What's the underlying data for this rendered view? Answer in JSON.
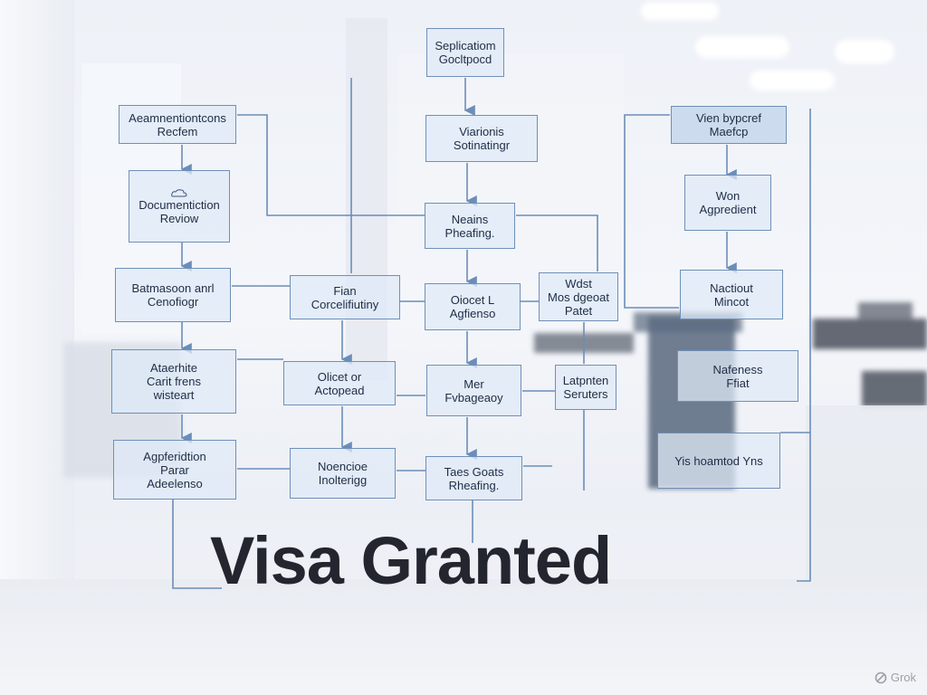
{
  "diagram": {
    "headline": "Visa Granted",
    "nodes": [
      {
        "id": "n1",
        "lines": [
          "Seplicatiom",
          "Gocltpocd"
        ]
      },
      {
        "id": "n2",
        "lines": [
          "Aeamnentiontcons",
          "Recfem"
        ]
      },
      {
        "id": "n3",
        "lines": [
          "Viarionis",
          "Sotinatingr"
        ]
      },
      {
        "id": "n4",
        "lines": [
          "Vien bypcref",
          "Maefcp"
        ]
      },
      {
        "id": "n5",
        "lines": [
          "Documentiction",
          "Reviow"
        ],
        "icon": "cloud-icon"
      },
      {
        "id": "n6",
        "lines": [
          "Won",
          "Agpredient"
        ]
      },
      {
        "id": "n7",
        "lines": [
          "Neains",
          "Pheafing."
        ]
      },
      {
        "id": "n8",
        "lines": [
          "Batmasoon anrl",
          "Cenofiogr"
        ]
      },
      {
        "id": "n9",
        "lines": [
          "Fian",
          "Corcelifiutiny"
        ]
      },
      {
        "id": "n10",
        "lines": [
          "Oiocet L",
          "Agfienso"
        ]
      },
      {
        "id": "n11",
        "lines": [
          "Wdst",
          "Mos dgeoat",
          "Patet"
        ]
      },
      {
        "id": "n12",
        "lines": [
          "Nactiout",
          "Mincot"
        ]
      },
      {
        "id": "n13",
        "lines": [
          "Ataerhite",
          "Carit frens",
          "wisteart"
        ]
      },
      {
        "id": "n14",
        "lines": [
          "Olicet or",
          "Actopead"
        ]
      },
      {
        "id": "n15",
        "lines": [
          "Mer",
          "Fvbageaoy"
        ]
      },
      {
        "id": "n16",
        "lines": [
          "Latpnten",
          "Seruters"
        ]
      },
      {
        "id": "n17",
        "lines": [
          "Nafeness",
          "Ffiat"
        ]
      },
      {
        "id": "n18",
        "lines": [
          "Yis hoamtod Yns"
        ]
      },
      {
        "id": "n19",
        "lines": [
          "Agpferidtion",
          "Parar",
          "Adeelenso"
        ]
      },
      {
        "id": "n20",
        "lines": [
          "Noencioe",
          "Inolterigg"
        ]
      },
      {
        "id": "n21",
        "lines": [
          "Taes Goats",
          "Rheafing."
        ]
      }
    ]
  },
  "watermark": {
    "label": "Grok",
    "icon": "grok-logo-icon"
  },
  "colors": {
    "connector": "#6b8db8",
    "node_border": "#6f90b8",
    "node_fill": "#deeaf7",
    "headline": "#23262e"
  }
}
